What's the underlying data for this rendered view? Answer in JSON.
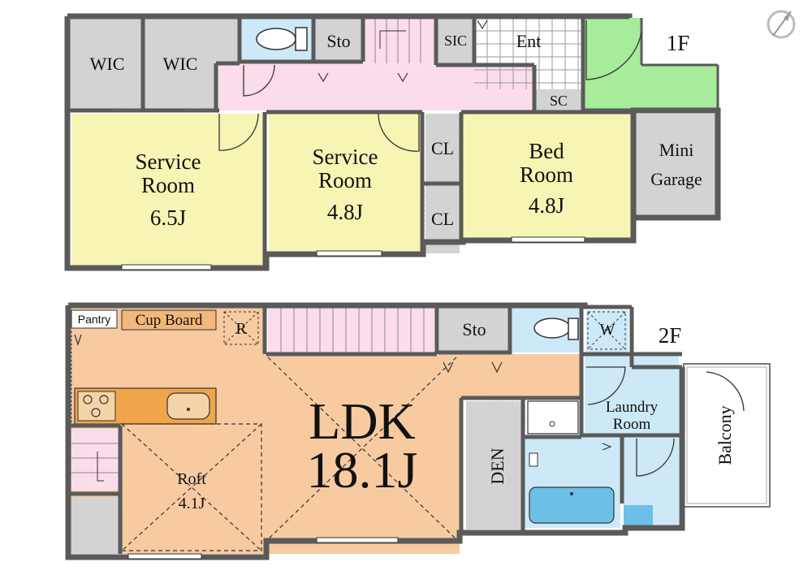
{
  "floor1": {
    "floor_label": "1F",
    "rooms": {
      "wic_a": "WIC",
      "wic_b": "WIC",
      "sto": "Sto",
      "sic": "SIC",
      "ent": "Ent",
      "sc": "SC",
      "cl_upper": "CL",
      "cl_lower": "CL",
      "mini_garage_l1": "Mini",
      "mini_garage_l2": "Garage",
      "service_room_a_l1": "Service",
      "service_room_a_l2": "Room",
      "service_room_a_size": "6.5J",
      "service_room_b_l1": "Service",
      "service_room_b_l2": "Room",
      "service_room_b_size": "4.8J",
      "bedroom_l1": "Bed",
      "bedroom_l2": "Room",
      "bedroom_size": "4.8J"
    }
  },
  "floor2": {
    "floor_label": "2F",
    "rooms": {
      "pantry": "Pantry",
      "cupboard": "Cup Board",
      "r": "R",
      "sto": "Sto",
      "w": "W",
      "ldk": "LDK",
      "ldk_size": "18.1J",
      "loft": "Roft",
      "loft_size": "4.1J",
      "den": "DEN",
      "laundry_l1": "Laundry",
      "laundry_l2": "Room",
      "balcony": "Balcony"
    }
  },
  "colors": {
    "wall": "#5a5a5a",
    "service_room": "#f7f5b4",
    "storage": "#d3d3d3",
    "hall": "#fadcea",
    "wet": "#cde9f7",
    "wet_deep": "#6cc0e8",
    "ldk": "#f7caa0",
    "porch": "#a6ec9a",
    "cupboard": "#f2b77a",
    "counter": "#f0a54a"
  }
}
